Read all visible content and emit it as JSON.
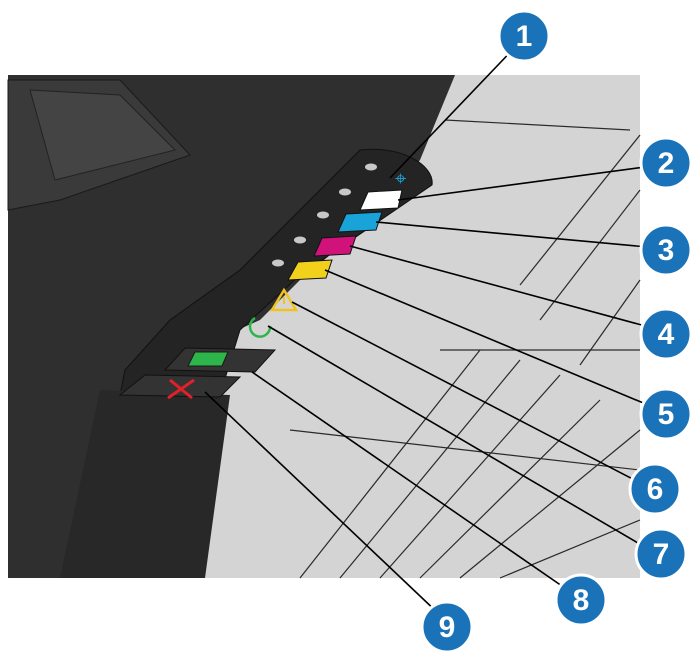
{
  "callouts": [
    {
      "number": "1",
      "points_to": "wireless-light"
    },
    {
      "number": "2",
      "points_to": "black-cartridge-light"
    },
    {
      "number": "3",
      "points_to": "cyan-cartridge-light"
    },
    {
      "number": "4",
      "points_to": "magenta-cartridge-light"
    },
    {
      "number": "5",
      "points_to": "yellow-cartridge-light"
    },
    {
      "number": "6",
      "points_to": "attention-light"
    },
    {
      "number": "7",
      "points_to": "ready-light"
    },
    {
      "number": "8",
      "points_to": "resume-button"
    },
    {
      "number": "9",
      "points_to": "cancel-button"
    }
  ],
  "colors": {
    "callout_fill": "#1a73b8",
    "printer_dark": "#2e2e2e",
    "printer_body": "#cfcfcf",
    "wireless": "#1a9fd6",
    "black_toner": "#ffffff",
    "cyan": "#1aa3d9",
    "magenta": "#d0127a",
    "yellow": "#f2d11c",
    "attention": "#f2c21c",
    "ready": "#2db54b",
    "resume": "#2db54b",
    "cancel": "#e0202a"
  }
}
